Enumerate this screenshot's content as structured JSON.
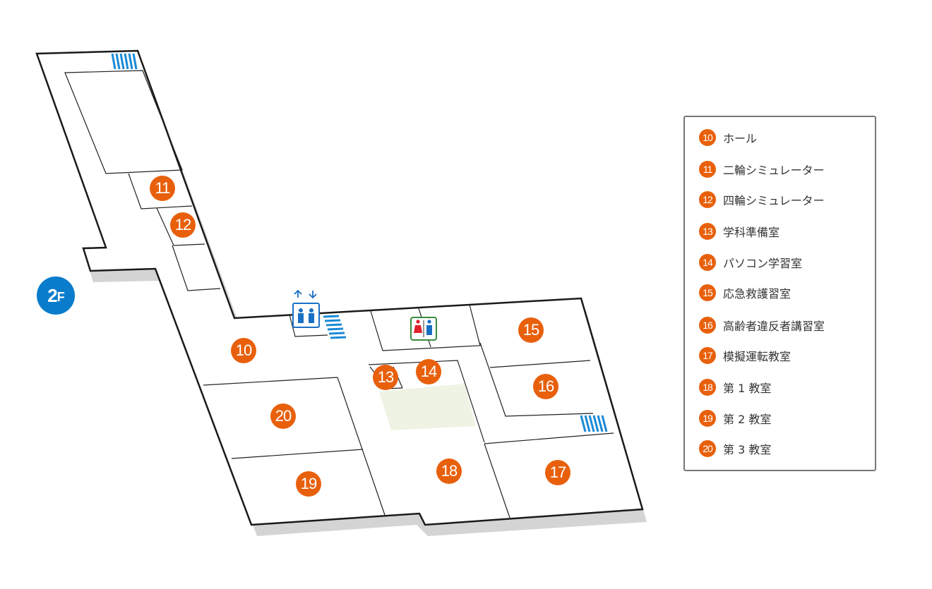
{
  "floor": {
    "label_main": "2",
    "label_suffix": "F"
  },
  "colors": {
    "accent_orange": "#e8600c",
    "badge_blue": "#0a7ccc",
    "stairs_blue": "#1a8ad6",
    "highlight_area": "#eef3e4",
    "shadow": "#d4d4d4"
  },
  "rooms": [
    {
      "num": "10",
      "name": "ホール"
    },
    {
      "num": "11",
      "name": "二輪シミュレーター"
    },
    {
      "num": "12",
      "name": "四輪シミュレーター"
    },
    {
      "num": "13",
      "name": "学科準備室"
    },
    {
      "num": "14",
      "name": "パソコン学習室"
    },
    {
      "num": "15",
      "name": "応急救護習室"
    },
    {
      "num": "16",
      "name": "高齢者違反者講習室"
    },
    {
      "num": "17",
      "name": "模擬運転教室"
    },
    {
      "num": "18",
      "name": "第 1 教室"
    },
    {
      "num": "19",
      "name": "第 2 教室"
    },
    {
      "num": "20",
      "name": "第 3 教室"
    }
  ],
  "icons": {
    "elevator": "elevator-icon",
    "restroom": "restroom-icon",
    "stairs": "stairs-icon"
  }
}
